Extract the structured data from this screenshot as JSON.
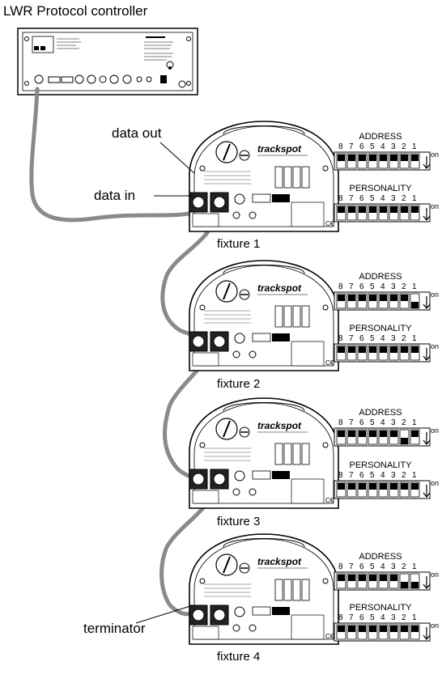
{
  "controller": {
    "title": "LWR Protocol controller"
  },
  "callouts": {
    "data_out": "data out",
    "data_in": "data in",
    "terminator": "terminator"
  },
  "brand": "trackspot",
  "dip": {
    "address_label": "ADDRESS",
    "personality_label": "PERSONALITY",
    "switch_numbers": [
      "8",
      "7",
      "6",
      "5",
      "4",
      "3",
      "2",
      "1"
    ],
    "on_label": "on"
  },
  "fixtures": [
    {
      "label": "fixture 1",
      "address_on": [],
      "personality_on": []
    },
    {
      "label": "fixture 2",
      "address_on": [
        1
      ],
      "personality_on": []
    },
    {
      "label": "fixture 3",
      "address_on": [
        2
      ],
      "personality_on": []
    },
    {
      "label": "fixture 4",
      "address_on": [
        1,
        2
      ],
      "personality_on": []
    }
  ],
  "colors": {
    "cable": "#8a8a8a",
    "line": "#000000",
    "switch_fill": "#000000"
  }
}
